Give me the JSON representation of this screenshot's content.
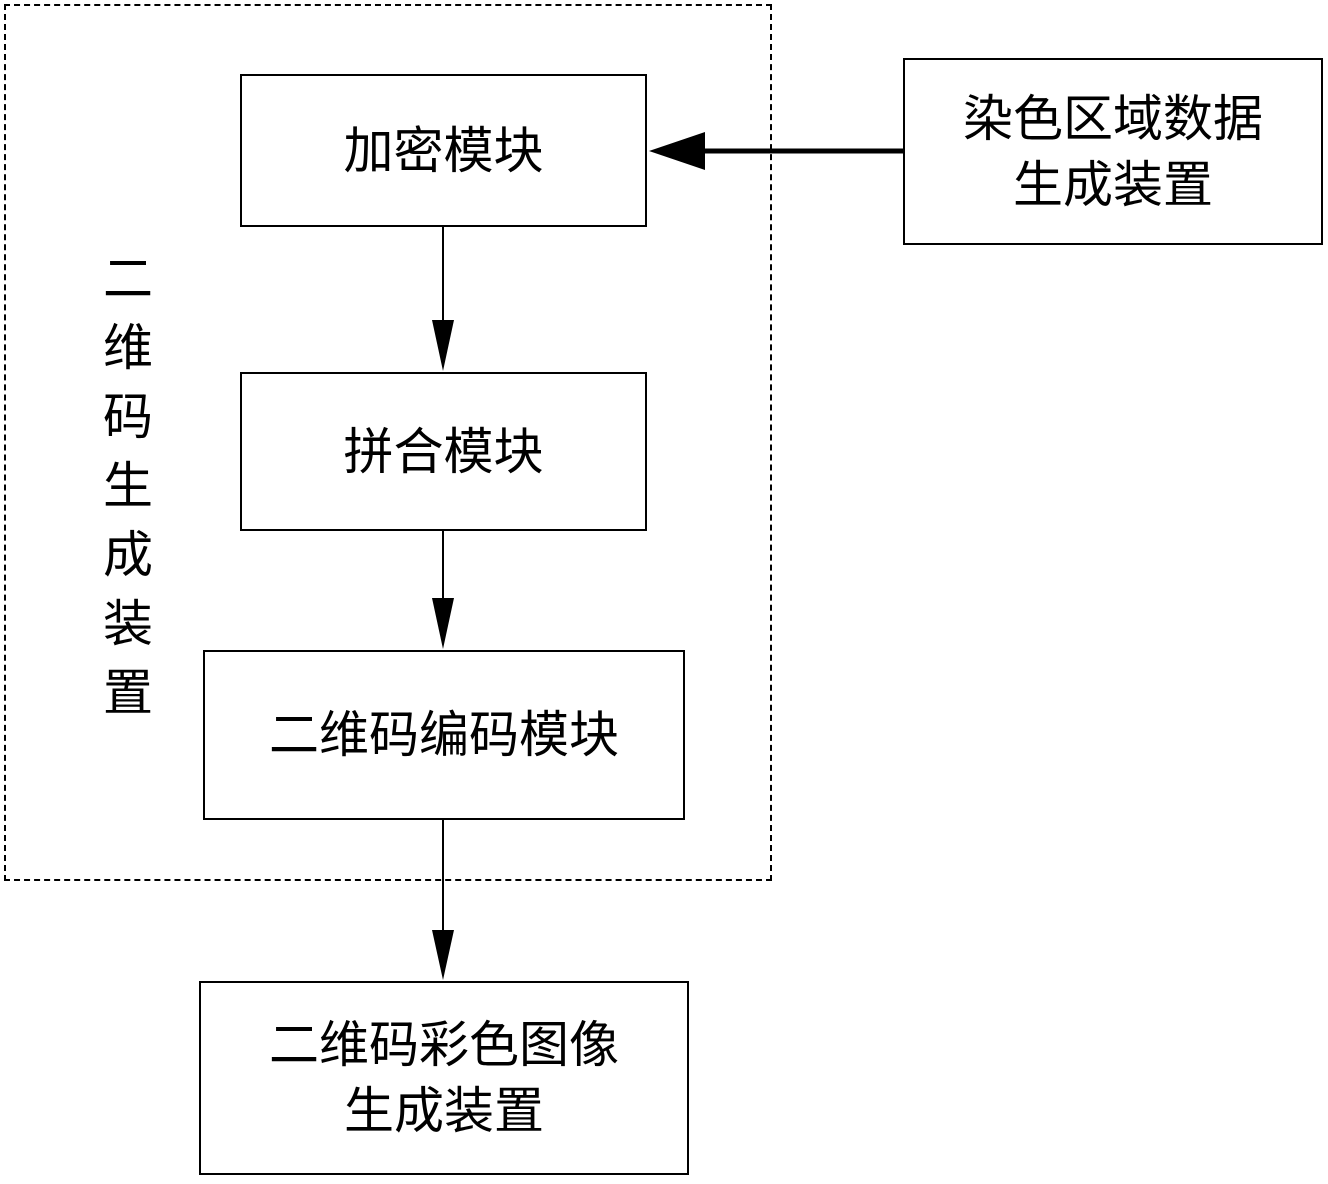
{
  "diagram": {
    "group": {
      "label_chars": [
        "二",
        "维",
        "码",
        "生",
        "成",
        "装",
        "置"
      ],
      "label": "二维码生成装置"
    },
    "nodes": {
      "encrypt": {
        "line1": "加密模块"
      },
      "splice": {
        "line1": "拼合模块"
      },
      "qr_encode": {
        "line1": "二维码编码模块"
      },
      "source": {
        "line1": "染色区域数据",
        "line2": "生成装置"
      },
      "output": {
        "line1": "二维码彩色图像",
        "line2": "生成装置"
      }
    },
    "edges": [
      {
        "from": "染色区域数据生成装置",
        "to": "加密模块"
      },
      {
        "from": "加密模块",
        "to": "拼合模块"
      },
      {
        "from": "拼合模块",
        "to": "二维码编码模块"
      },
      {
        "from": "二维码编码模块",
        "to": "二维码彩色图像生成装置"
      }
    ]
  }
}
